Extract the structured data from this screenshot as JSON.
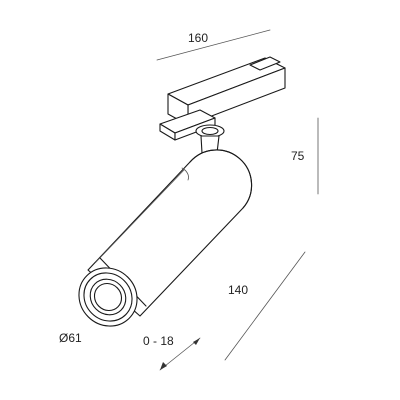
{
  "dimensions": {
    "width": "160",
    "height": "75",
    "length": "140",
    "diameter": "Ø61",
    "adjust": "0 - 18"
  },
  "colors": {
    "line": "#1a1a1a",
    "dimension_line": "#555555",
    "background": "#ffffff"
  }
}
